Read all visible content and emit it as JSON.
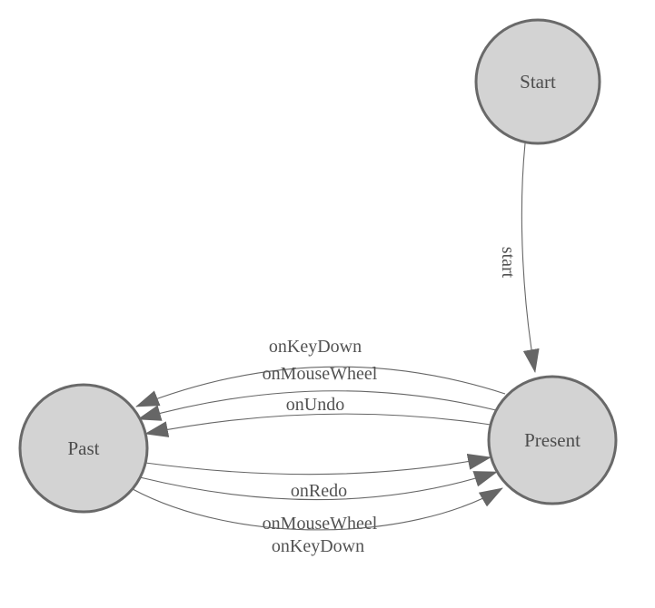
{
  "diagram": {
    "kind": "state-machine-graph",
    "colors": {
      "background": "#ffffff",
      "node_fill": "#d3d3d3",
      "node_stroke": "#696969",
      "edge_stroke": "#666666",
      "arrowhead_fill": "#666666",
      "node_text": "#4d4d4d",
      "edge_text": "#525252"
    },
    "nodes": [
      {
        "id": "start",
        "label": "Start"
      },
      {
        "id": "past",
        "label": "Past"
      },
      {
        "id": "present",
        "label": "Present"
      }
    ],
    "edges": [
      {
        "from": "Start",
        "to": "Present",
        "label": "start"
      },
      {
        "from": "Present",
        "to": "Past",
        "label": "onKeyDown"
      },
      {
        "from": "Present",
        "to": "Past",
        "label": "onMouseWheel"
      },
      {
        "from": "Present",
        "to": "Past",
        "label": "onUndo"
      },
      {
        "from": "Past",
        "to": "Present",
        "label": "onRedo"
      },
      {
        "from": "Past",
        "to": "Present",
        "label": "onMouseWheel"
      },
      {
        "from": "Past",
        "to": "Present",
        "label": "onKeyDown"
      }
    ]
  }
}
